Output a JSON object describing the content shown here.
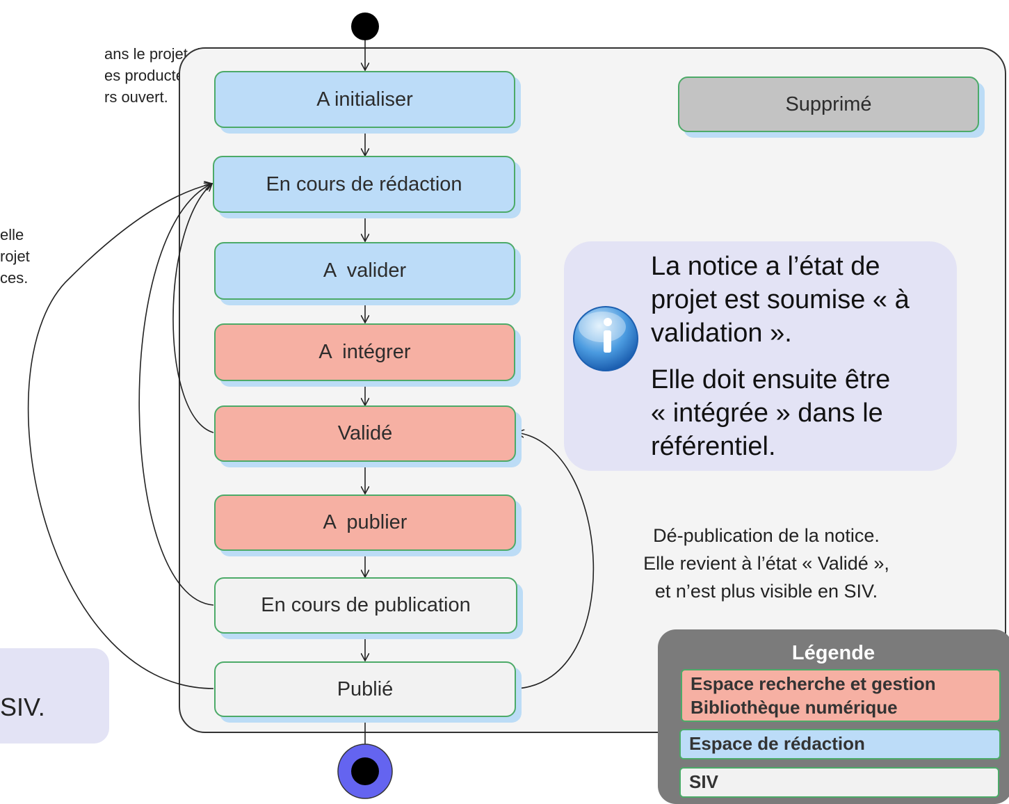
{
  "left_notes": {
    "top": "ans le projet de\nes producteur.\nrs ouvert.",
    "middle": "elle\nrojet\nces.",
    "bottom": "SIV."
  },
  "states": {
    "a_initialiser": "A initialiser",
    "en_cours_redaction": "En cours de rédaction",
    "a_valider": "A  valider",
    "a_integrer": "A  intégrer",
    "valide": "Validé",
    "a_publier": "A  publier",
    "en_cours_publication": "En cours de publication",
    "publie": "Publié",
    "supprime": "Supprimé"
  },
  "info": {
    "line1": "La notice a l’état de\nprojet est soumise « à\nvalidation ».",
    "line2": "Elle doit ensuite être\n« intégrée » dans le\nréférentiel."
  },
  "depublication_note": {
    "l1": "Dé-publication de la notice.",
    "l2": "Elle revient à l’état « Validé »,",
    "l3": "et n’est plus visible en SIV."
  },
  "legend": {
    "title": "Légende",
    "red": "Espace recherche et gestion\nBibliothèque numérique",
    "blue": "Espace de rédaction",
    "white": "SIV"
  },
  "colors": {
    "blue": "#bcdcf8",
    "red": "#f6b0a3",
    "white": "#f2f2f2",
    "grey": "#c3c3c3",
    "border": "#4caa68",
    "final_ring": "#6464f0"
  }
}
